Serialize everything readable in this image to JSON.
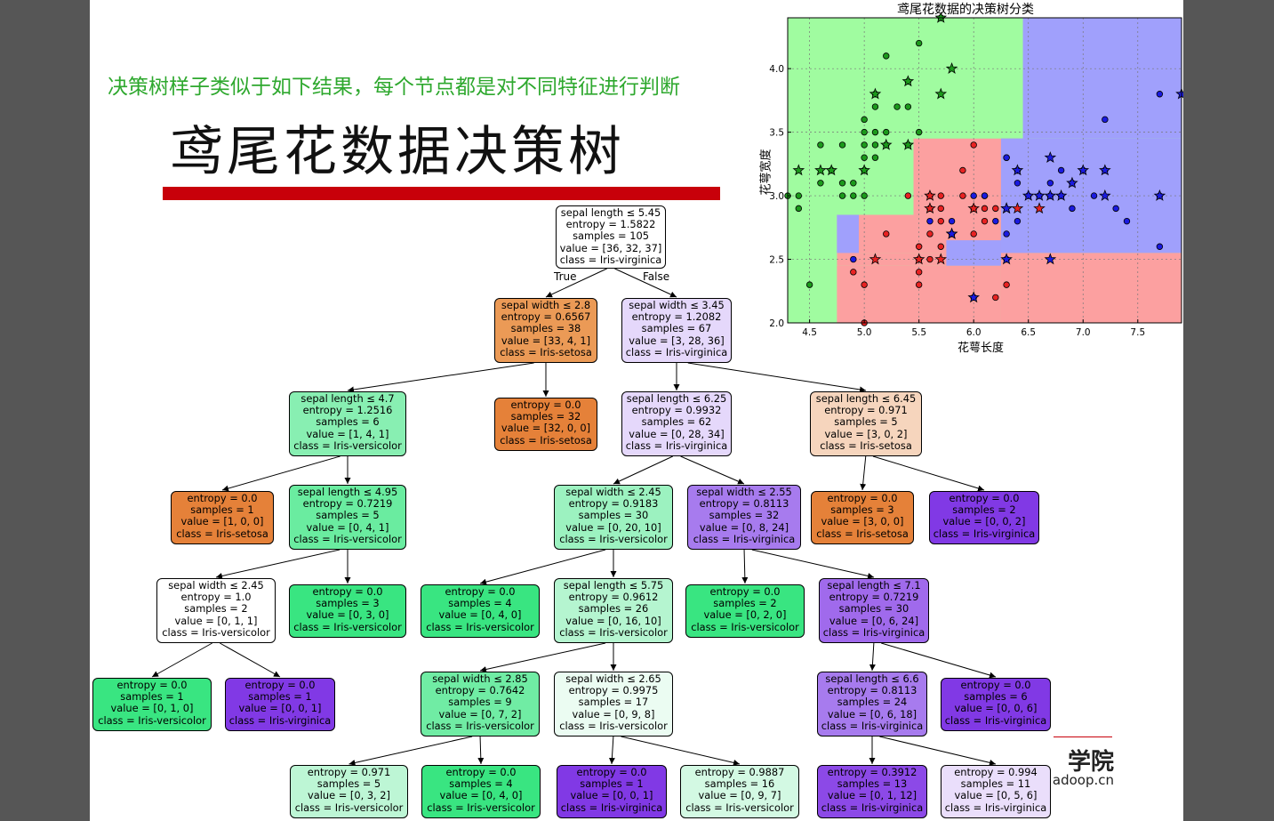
{
  "subtitle": "决策树样子类似于如下结果，每个节点都是对不同特征进行判断",
  "title": "鸢尾花数据决策树",
  "logo": {
    "text": "学院",
    "url": "adoop.cn"
  },
  "colors": {
    "setosa": "#e58139",
    "versicolor": "#39e581",
    "virginica": "#8139e5",
    "region_setosa": "#a0fca0",
    "region_versicolor": "#fca0a0",
    "region_virginica": "#a0a0fc",
    "accent_red": "#c8000a",
    "subtitle_green": "#2ea82e"
  },
  "tree": {
    "edge_labels": {
      "true": "True",
      "false": "False"
    },
    "nodes": [
      {
        "id": "n0",
        "lines": [
          "sepal length ≤ 5.45",
          "entropy = 1.5822",
          "samples = 105",
          "value = [36, 32, 37]",
          "class = Iris-virginica"
        ],
        "fill": "#ffffff"
      },
      {
        "id": "n1",
        "lines": [
          "sepal width ≤ 2.8",
          "entropy = 0.6567",
          "samples = 38",
          "value = [33, 4, 1]",
          "class = Iris-setosa"
        ],
        "fill": "#eb9a56"
      },
      {
        "id": "n2",
        "lines": [
          "sepal width ≤ 3.45",
          "entropy = 1.2082",
          "samples = 67",
          "value = [3, 28, 36]",
          "class = Iris-virginica"
        ],
        "fill": "#e5d8fb"
      },
      {
        "id": "n3",
        "lines": [
          "sepal length ≤ 4.7",
          "entropy = 1.2516",
          "samples = 6",
          "value = [1, 4, 1]",
          "class = Iris-versicolor"
        ],
        "fill": "#88efb2"
      },
      {
        "id": "n4",
        "lines": [
          "entropy = 0.0",
          "samples = 32",
          "value = [32, 0, 0]",
          "class = Iris-setosa"
        ],
        "fill": "#e58139"
      },
      {
        "id": "n5",
        "lines": [
          "sepal length ≤ 6.25",
          "entropy = 0.9932",
          "samples = 62",
          "value = [0, 28, 34]",
          "class = Iris-virginica"
        ],
        "fill": "#e5d8fb"
      },
      {
        "id": "n6",
        "lines": [
          "sepal length ≤ 6.45",
          "entropy = 0.971",
          "samples = 5",
          "value = [3, 0, 2]",
          "class = Iris-setosa"
        ],
        "fill": "#f6d5bd"
      },
      {
        "id": "n7",
        "lines": [
          "entropy = 0.0",
          "samples = 1",
          "value = [1, 0, 0]",
          "class = Iris-setosa"
        ],
        "fill": "#e58139"
      },
      {
        "id": "n8",
        "lines": [
          "sepal length ≤ 4.95",
          "entropy = 0.7219",
          "samples = 5",
          "value = [0, 4, 1]",
          "class = Iris-versicolor"
        ],
        "fill": "#6aeca0"
      },
      {
        "id": "n9",
        "lines": [
          "sepal width ≤ 2.45",
          "entropy = 0.9183",
          "samples = 30",
          "value = [0, 20, 10]",
          "class = Iris-versicolor"
        ],
        "fill": "#9cf2c0"
      },
      {
        "id": "n10",
        "lines": [
          "sepal width ≤ 2.55",
          "entropy = 0.8113",
          "samples = 32",
          "value = [0, 8, 24]",
          "class = Iris-virginica"
        ],
        "fill": "#a77bee"
      },
      {
        "id": "n11",
        "lines": [
          "entropy = 0.0",
          "samples = 3",
          "value = [3, 0, 0]",
          "class = Iris-setosa"
        ],
        "fill": "#e58139"
      },
      {
        "id": "n12",
        "lines": [
          "entropy = 0.0",
          "samples = 2",
          "value = [0, 0, 2]",
          "class = Iris-virginica"
        ],
        "fill": "#8139e5"
      },
      {
        "id": "n13",
        "lines": [
          "sepal width ≤ 2.45",
          "entropy = 1.0",
          "samples = 2",
          "value = [0, 1, 1]",
          "class = Iris-versicolor"
        ],
        "fill": "#ffffff"
      },
      {
        "id": "n14",
        "lines": [
          "entropy = 0.0",
          "samples = 3",
          "value = [0, 3, 0]",
          "class = Iris-versicolor"
        ],
        "fill": "#39e581"
      },
      {
        "id": "n15",
        "lines": [
          "entropy = 0.0",
          "samples = 4",
          "value = [0, 4, 0]",
          "class = Iris-versicolor"
        ],
        "fill": "#39e581"
      },
      {
        "id": "n16",
        "lines": [
          "sepal length ≤ 5.75",
          "entropy = 0.9612",
          "samples = 26",
          "value = [0, 16, 10]",
          "class = Iris-versicolor"
        ],
        "fill": "#b5f5d0"
      },
      {
        "id": "n17",
        "lines": [
          "entropy = 0.0",
          "samples = 2",
          "value = [0, 2, 0]",
          "class = Iris-versicolor"
        ],
        "fill": "#39e581"
      },
      {
        "id": "n18",
        "lines": [
          "sepal length ≤ 7.1",
          "entropy = 0.7219",
          "samples = 30",
          "value = [0, 6, 24]",
          "class = Iris-virginica"
        ],
        "fill": "#a06aec"
      },
      {
        "id": "n19",
        "lines": [
          "entropy = 0.0",
          "samples = 1",
          "value = [0, 1, 0]",
          "class = Iris-versicolor"
        ],
        "fill": "#39e581"
      },
      {
        "id": "n20",
        "lines": [
          "entropy = 0.0",
          "samples = 1",
          "value = [0, 0, 1]",
          "class = Iris-virginica"
        ],
        "fill": "#8139e5"
      },
      {
        "id": "n21",
        "lines": [
          "sepal width ≤ 2.85",
          "entropy = 0.7642",
          "samples = 9",
          "value = [0, 7, 2]",
          "class = Iris-versicolor"
        ],
        "fill": "#70eca4"
      },
      {
        "id": "n22",
        "lines": [
          "sepal width ≤ 2.65",
          "entropy = 0.9975",
          "samples = 17",
          "value = [0, 9, 8]",
          "class = Iris-versicolor"
        ],
        "fill": "#ebfcf2"
      },
      {
        "id": "n23",
        "lines": [
          "sepal length ≤ 6.6",
          "entropy = 0.8113",
          "samples = 24",
          "value = [0, 6, 18]",
          "class = Iris-virginica"
        ],
        "fill": "#a77bee"
      },
      {
        "id": "n24",
        "lines": [
          "entropy = 0.0",
          "samples = 6",
          "value = [0, 0, 6]",
          "class = Iris-virginica"
        ],
        "fill": "#8139e5"
      },
      {
        "id": "n25",
        "lines": [
          "entropy = 0.971",
          "samples = 5",
          "value = [0, 3, 2]",
          "class = Iris-versicolor"
        ],
        "fill": "#bdf6d5"
      },
      {
        "id": "n26",
        "lines": [
          "entropy = 0.0",
          "samples = 4",
          "value = [0, 4, 0]",
          "class = Iris-versicolor"
        ],
        "fill": "#39e581"
      },
      {
        "id": "n27",
        "lines": [
          "entropy = 0.0",
          "samples = 1",
          "value = [0, 0, 1]",
          "class = Iris-virginica"
        ],
        "fill": "#8139e5"
      },
      {
        "id": "n28",
        "lines": [
          "entropy = 0.9887",
          "samples = 16",
          "value = [0, 9, 7]",
          "class = Iris-versicolor"
        ],
        "fill": "#d3f9e3"
      },
      {
        "id": "n29",
        "lines": [
          "entropy = 0.3912",
          "samples = 13",
          "value = [0, 1, 12]",
          "class = Iris-virginica"
        ],
        "fill": "#8c49e7"
      },
      {
        "id": "n30",
        "lines": [
          "entropy = 0.994",
          "samples = 11",
          "value = [0, 5, 6]",
          "class = Iris-virginica"
        ],
        "fill": "#eadefb"
      }
    ],
    "edges": [
      [
        "n0",
        "n1"
      ],
      [
        "n0",
        "n2"
      ],
      [
        "n1",
        "n3"
      ],
      [
        "n1",
        "n4"
      ],
      [
        "n2",
        "n5"
      ],
      [
        "n2",
        "n6"
      ],
      [
        "n3",
        "n7"
      ],
      [
        "n3",
        "n8"
      ],
      [
        "n5",
        "n9"
      ],
      [
        "n5",
        "n10"
      ],
      [
        "n6",
        "n11"
      ],
      [
        "n6",
        "n12"
      ],
      [
        "n8",
        "n13"
      ],
      [
        "n8",
        "n14"
      ],
      [
        "n9",
        "n15"
      ],
      [
        "n9",
        "n16"
      ],
      [
        "n10",
        "n17"
      ],
      [
        "n10",
        "n18"
      ],
      [
        "n13",
        "n19"
      ],
      [
        "n13",
        "n20"
      ],
      [
        "n16",
        "n21"
      ],
      [
        "n16",
        "n22"
      ],
      [
        "n18",
        "n23"
      ],
      [
        "n18",
        "n24"
      ],
      [
        "n21",
        "n25"
      ],
      [
        "n21",
        "n26"
      ],
      [
        "n22",
        "n27"
      ],
      [
        "n22",
        "n28"
      ],
      [
        "n23",
        "n29"
      ],
      [
        "n23",
        "n30"
      ]
    ]
  },
  "chart_data": {
    "type": "scatter",
    "title": "鸢尾花数据的决策树分类",
    "xlabel": "花萼长度",
    "ylabel": "花萼宽度",
    "xlim": [
      4.3,
      7.9
    ],
    "ylim": [
      2.0,
      4.4
    ],
    "xticks": [
      "4.5",
      "5.0",
      "5.5",
      "6.0",
      "6.5",
      "7.0",
      "7.5"
    ],
    "yticks": [
      "2.0",
      "2.5",
      "3.0",
      "3.5",
      "4.0"
    ],
    "grid": true,
    "regions": [
      {
        "class": "setosa",
        "x0": 4.3,
        "x1": 4.75,
        "y0": 2.0,
        "y1": 2.55
      },
      {
        "class": "versicolor",
        "x0": 4.3,
        "x1": 6.25,
        "y0": 2.0,
        "y1": 2.45
      },
      {
        "class": "versicolor",
        "x0": 4.75,
        "x1": 6.25,
        "y0": 2.45,
        "y1": 2.55
      },
      {
        "class": "versicolor",
        "x0": 4.75,
        "x1": 6.25,
        "y0": 2.55,
        "y1": 2.85
      },
      {
        "class": "virginica",
        "x0": 4.75,
        "x1": 4.95,
        "y0": 2.55,
        "y1": 2.85
      },
      {
        "class": "versicolor",
        "x0": 5.45,
        "x1": 6.5,
        "y0": 2.8,
        "y1": 3.45
      },
      {
        "class": "virginica",
        "x0": 5.75,
        "x1": 6.25,
        "y0": 2.45,
        "y1": 2.65
      },
      {
        "class": "virginica",
        "x0": 6.25,
        "x1": 6.5,
        "y0": 2.55,
        "y1": 3.45
      },
      {
        "class": "virginica",
        "x0": 6.25,
        "x1": 7.9,
        "y0": 2.55,
        "y1": 3.45
      },
      {
        "class": "versicolor",
        "x0": 6.25,
        "x1": 7.9,
        "y0": 2.0,
        "y1": 2.55
      },
      {
        "class": "virginica",
        "x0": 6.45,
        "x1": 7.9,
        "y0": 3.45,
        "y1": 4.4
      }
    ],
    "series": [
      {
        "class": "setosa",
        "train": [
          [
            4.4,
            2.9
          ],
          [
            4.3,
            3.0
          ],
          [
            4.4,
            3.0
          ],
          [
            4.6,
            3.1
          ],
          [
            4.6,
            3.4
          ],
          [
            4.8,
            3.0
          ],
          [
            4.8,
            3.1
          ],
          [
            4.8,
            3.4
          ],
          [
            4.9,
            3.0
          ],
          [
            4.9,
            3.1
          ],
          [
            5.0,
            3.0
          ],
          [
            5.0,
            3.2
          ],
          [
            5.0,
            3.3
          ],
          [
            5.0,
            3.4
          ],
          [
            5.0,
            3.5
          ],
          [
            5.1,
            3.3
          ],
          [
            5.1,
            3.5
          ],
          [
            5.1,
            3.7
          ],
          [
            5.1,
            3.8
          ],
          [
            5.2,
            3.4
          ],
          [
            5.2,
            3.5
          ],
          [
            5.2,
            4.1
          ],
          [
            5.3,
            3.7
          ],
          [
            5.4,
            3.4
          ],
          [
            5.4,
            3.9
          ],
          [
            4.5,
            2.3
          ],
          [
            4.7,
            3.2
          ],
          [
            5.0,
            3.6
          ],
          [
            5.7,
            4.4
          ],
          [
            5.5,
            3.5
          ],
          [
            5.5,
            4.2
          ],
          [
            5.4,
            3.7
          ],
          [
            5.1,
            3.4
          ],
          [
            5.4,
            3.4
          ]
        ],
        "test": [
          [
            4.4,
            3.2
          ],
          [
            4.6,
            3.2
          ],
          [
            4.7,
            3.2
          ],
          [
            5.0,
            3.2
          ],
          [
            5.1,
            3.8
          ],
          [
            5.2,
            3.4
          ],
          [
            5.4,
            3.9
          ],
          [
            5.4,
            3.4
          ],
          [
            5.7,
            3.8
          ],
          [
            5.8,
            4.0
          ],
          [
            5.7,
            4.4
          ]
        ]
      },
      {
        "class": "versicolor",
        "train": [
          [
            4.9,
            2.4
          ],
          [
            5.0,
            2.3
          ],
          [
            5.0,
            2.0
          ],
          [
            5.2,
            2.7
          ],
          [
            5.5,
            2.4
          ],
          [
            5.5,
            2.5
          ],
          [
            5.5,
            2.6
          ],
          [
            5.6,
            2.5
          ],
          [
            5.6,
            2.7
          ],
          [
            5.6,
            2.9
          ],
          [
            5.6,
            3.0
          ],
          [
            5.7,
            2.6
          ],
          [
            5.7,
            2.8
          ],
          [
            5.7,
            2.9
          ],
          [
            5.8,
            2.7
          ],
          [
            5.9,
            3.0
          ],
          [
            5.9,
            3.2
          ],
          [
            6.0,
            2.2
          ],
          [
            6.0,
            2.7
          ],
          [
            6.0,
            2.9
          ],
          [
            6.0,
            3.4
          ],
          [
            6.1,
            2.8
          ],
          [
            6.1,
            2.9
          ],
          [
            6.1,
            3.0
          ],
          [
            6.2,
            2.9
          ],
          [
            6.2,
            2.2
          ],
          [
            6.3,
            2.3
          ],
          [
            6.3,
            3.3
          ],
          [
            6.4,
            3.2
          ],
          [
            5.4,
            3.0
          ],
          [
            5.5,
            2.3
          ],
          [
            5.7,
            3.0
          ]
        ],
        "test": [
          [
            5.1,
            2.5
          ],
          [
            5.5,
            2.5
          ],
          [
            5.6,
            3.0
          ],
          [
            5.8,
            2.7
          ],
          [
            5.6,
            2.9
          ],
          [
            6.4,
            2.9
          ],
          [
            6.6,
            2.9
          ],
          [
            6.0,
            2.9
          ],
          [
            5.7,
            2.5
          ],
          [
            6.3,
            2.9
          ]
        ]
      },
      {
        "class": "virginica",
        "train": [
          [
            4.9,
            2.5
          ],
          [
            5.6,
            2.8
          ],
          [
            5.8,
            2.8
          ],
          [
            6.0,
            3.0
          ],
          [
            6.1,
            3.0
          ],
          [
            6.2,
            2.8
          ],
          [
            6.3,
            2.5
          ],
          [
            6.3,
            2.7
          ],
          [
            6.3,
            3.3
          ],
          [
            6.4,
            2.8
          ],
          [
            6.4,
            3.1
          ],
          [
            6.5,
            3.0
          ],
          [
            6.7,
            3.0
          ],
          [
            6.7,
            3.1
          ],
          [
            6.8,
            3.0
          ],
          [
            6.9,
            3.1
          ],
          [
            7.0,
            3.2
          ],
          [
            7.1,
            3.0
          ],
          [
            7.2,
            3.6
          ],
          [
            7.3,
            2.9
          ],
          [
            7.4,
            2.8
          ],
          [
            7.7,
            2.6
          ],
          [
            7.7,
            3.0
          ],
          [
            7.7,
            3.8
          ],
          [
            6.9,
            2.9
          ],
          [
            6.4,
            3.2
          ],
          [
            6.6,
            3.0
          ],
          [
            6.8,
            3.2
          ],
          [
            7.2,
            3.2
          ]
        ],
        "test": [
          [
            5.8,
            2.7
          ],
          [
            6.0,
            2.2
          ],
          [
            6.3,
            2.5
          ],
          [
            6.3,
            2.9
          ],
          [
            6.4,
            3.2
          ],
          [
            6.5,
            3.0
          ],
          [
            6.6,
            3.0
          ],
          [
            6.7,
            3.0
          ],
          [
            6.7,
            2.5
          ],
          [
            6.8,
            3.0
          ],
          [
            6.9,
            3.1
          ],
          [
            7.0,
            3.2
          ],
          [
            7.2,
            3.2
          ],
          [
            7.2,
            3.0
          ],
          [
            7.7,
            3.0
          ],
          [
            7.9,
            3.8
          ],
          [
            6.7,
            3.3
          ]
        ]
      }
    ]
  }
}
